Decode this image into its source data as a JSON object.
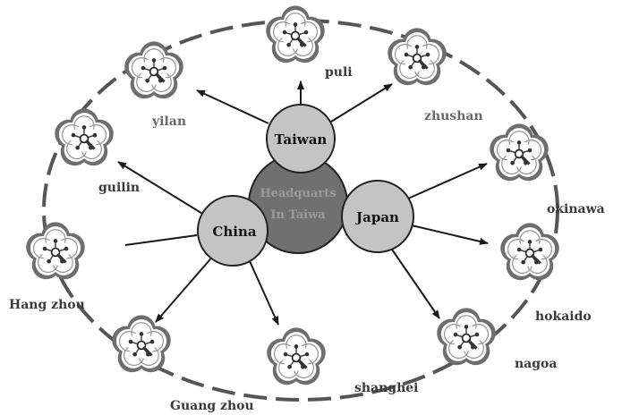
{
  "headquarters": {
    "line1": "Headquarts",
    "line2": "In Taiwa"
  },
  "hubs": {
    "taiwan": "Taiwan",
    "china": "China",
    "japan": "Japan"
  },
  "sites": {
    "puli": "puli",
    "zhushan": "zhushan",
    "yilan": "yilan",
    "guilin": "guilin",
    "okinawa": "okinawa",
    "hang_zhou": "Hang zhou",
    "hokaido": "hokaido",
    "guang_zhou": "Guang zhou",
    "shanghei": "shanghei",
    "nagoa": "nagoa"
  },
  "colors": {
    "hub_fill": "#c4c4c4",
    "hq_fill": "#707070",
    "ring": "#555555",
    "arrow": "#1a1a1a",
    "flower_outer": "#6e6e6e",
    "flower_inner": "#ffffff"
  },
  "icons": {
    "site": "plum-blossom-network-icon"
  }
}
